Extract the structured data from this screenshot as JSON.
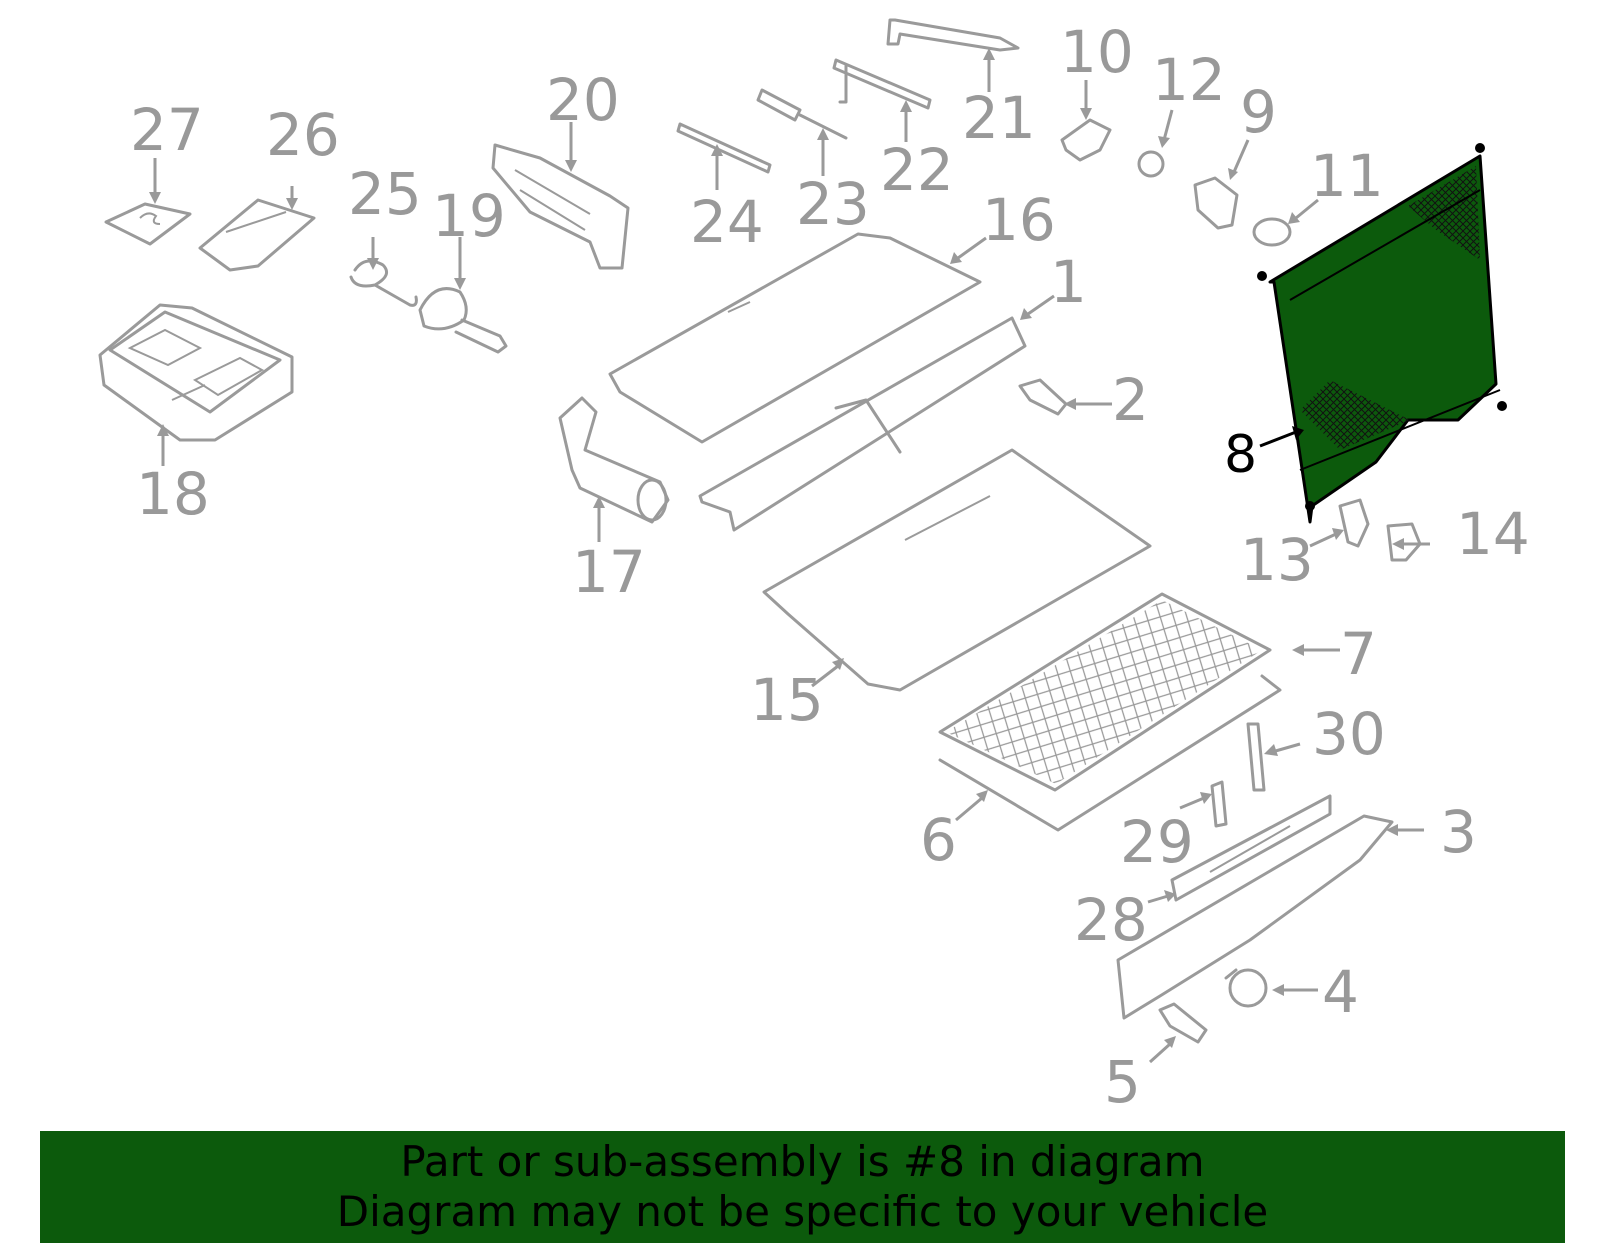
{
  "diagram": {
    "callouts": [
      "1",
      "2",
      "3",
      "4",
      "5",
      "6",
      "7",
      "8",
      "9",
      "10",
      "11",
      "12",
      "13",
      "14",
      "15",
      "16",
      "17",
      "18",
      "19",
      "20",
      "21",
      "22",
      "23",
      "24",
      "25",
      "26",
      "27",
      "28",
      "29",
      "30"
    ],
    "highlighted_part": "8",
    "highlight_color": "#0c5a0c",
    "line_color": "#9a9a9a"
  },
  "banner": {
    "line1": "Part or sub-assembly is #8 in diagram",
    "line2": "Diagram may not be specific to your vehicle",
    "background": "#0c5a0c"
  }
}
